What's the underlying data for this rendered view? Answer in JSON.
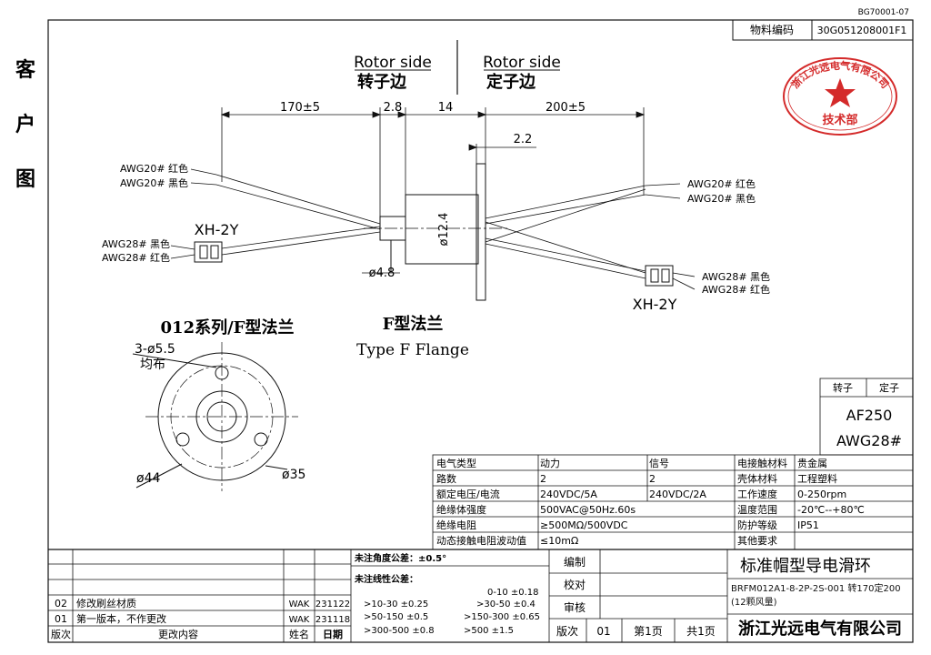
{
  "doc_number": "BG70001-07",
  "side_label": [
    "客",
    "户",
    "图"
  ],
  "material": {
    "label": "物料编码",
    "value": "30G051208001F1"
  },
  "stamp": {
    "ring": "浙江光远电气有限公司",
    "dept": "技术部"
  },
  "sides": {
    "rotor_en": "Rotor side",
    "rotor_cn": "转子边",
    "stator_en": "Rotor side",
    "stator_cn": "定子边"
  },
  "dims": {
    "d170": "170±5",
    "d28": "2.8",
    "d14": "14",
    "d200": "200±5",
    "d22": "2.2",
    "dia124": "ø12.4",
    "dia48": "ø4.8"
  },
  "wires": {
    "rotor_top": [
      "AWG20# 红色",
      "AWG20# 黑色"
    ],
    "rotor_bottom": [
      "AWG28# 黑色",
      "AWG28# 红色"
    ],
    "stator_top": [
      "AWG20# 红色",
      "AWG20# 黑色"
    ],
    "stator_bottom": [
      "AWG28# 黑色",
      "AWG28# 红色"
    ],
    "connector": "XH-2Y"
  },
  "flange": {
    "series_title": "012系列/F型法兰",
    "type_cn": "F型法兰",
    "type_en": "Type F Flange",
    "holes": "3-ø5.5",
    "holes_note": "均布",
    "outer_dia": "ø44",
    "pcd": "ø35"
  },
  "wire_spec": {
    "head_rotor": "转子",
    "head_stator": "定子",
    "rotor": "AF250",
    "stator": "AWG28#"
  },
  "spec": {
    "rows": [
      [
        "电气类型",
        "动力",
        "信号",
        "电接触材料",
        "贵金属"
      ],
      [
        "路数",
        "2",
        "2",
        "壳体材料",
        "工程塑料"
      ],
      [
        "额定电压/电流",
        "240VDC/5A",
        "240VDC/2A",
        "工作速度",
        "0-250rpm"
      ],
      [
        "绝缘体强度",
        "500VAC@50Hz.60s",
        "",
        "温度范围",
        "-20℃--+80℃"
      ],
      [
        "绝缘电阻",
        "≥500MΩ/500VDC",
        "",
        "防护等级",
        "IP51"
      ],
      [
        "动态接触电阻波动值",
        "≤10mΩ",
        "",
        "其他要求",
        ""
      ]
    ]
  },
  "revisions": [
    {
      "no": "02",
      "content": "修改刷丝材质",
      "name": "WAK",
      "date": "231122"
    },
    {
      "no": "01",
      "content": "第一版本，不作更改",
      "name": "WAK",
      "date": "231118"
    }
  ],
  "rev_headers": {
    "no": "版次",
    "content": "更改内容",
    "name": "姓名",
    "date": "日期"
  },
  "tolerance": {
    "angle": "未注角度公差：±0.5°",
    "linear": "未注线性公差：",
    "items": [
      "0-10 ±0.18",
      ">10-30 ±0.25",
      ">30-50 ±0.4",
      ">50-150 ±0.5",
      ">150-300 ±0.65",
      ">300-500 ±0.8",
      ">500 ±1.5"
    ]
  },
  "signoff": {
    "draw": "编制",
    "check": "校对",
    "approve": "审核"
  },
  "title_block": {
    "product": "标准帽型导电滑环",
    "model": "BRFM012A1-8-2P-2S-001 转170定200 (12颗风量)",
    "company": "浙江光远电气有限公司",
    "version_label": "版次",
    "version": "01",
    "page": "第1页",
    "total": "共1页"
  }
}
